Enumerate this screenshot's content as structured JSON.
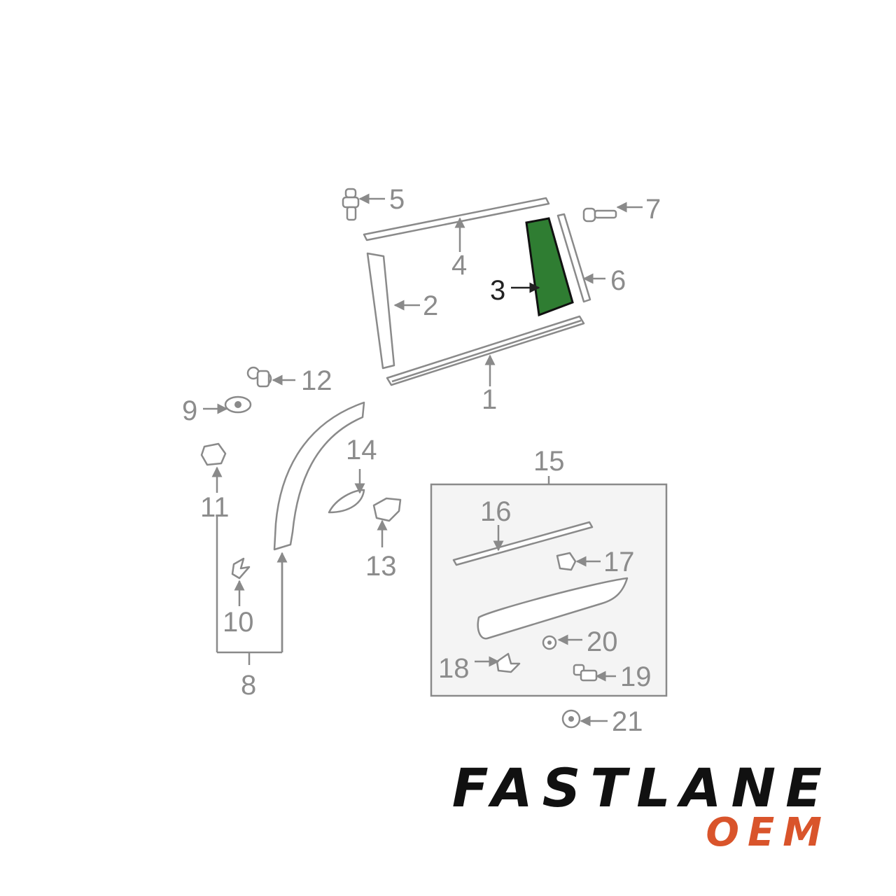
{
  "diagram": {
    "callouts": [
      {
        "id": "1",
        "label": "1"
      },
      {
        "id": "2",
        "label": "2"
      },
      {
        "id": "3",
        "label": "3"
      },
      {
        "id": "4",
        "label": "4"
      },
      {
        "id": "5",
        "label": "5"
      },
      {
        "id": "6",
        "label": "6"
      },
      {
        "id": "7",
        "label": "7"
      },
      {
        "id": "8",
        "label": "8"
      },
      {
        "id": "9",
        "label": "9"
      },
      {
        "id": "10",
        "label": "10"
      },
      {
        "id": "11",
        "label": "11"
      },
      {
        "id": "12",
        "label": "12"
      },
      {
        "id": "13",
        "label": "13"
      },
      {
        "id": "14",
        "label": "14"
      },
      {
        "id": "15",
        "label": "15"
      },
      {
        "id": "16",
        "label": "16"
      },
      {
        "id": "17",
        "label": "17"
      },
      {
        "id": "18",
        "label": "18"
      },
      {
        "id": "19",
        "label": "19"
      },
      {
        "id": "20",
        "label": "20"
      },
      {
        "id": "21",
        "label": "21"
      }
    ],
    "highlighted_part": "3",
    "highlight_color": "#2f7d32",
    "line_color": "#8a8a8a"
  },
  "brand": {
    "name": "FASTLANE",
    "sub": "OEM",
    "name_color": "#111111",
    "sub_color": "#d9542b"
  }
}
